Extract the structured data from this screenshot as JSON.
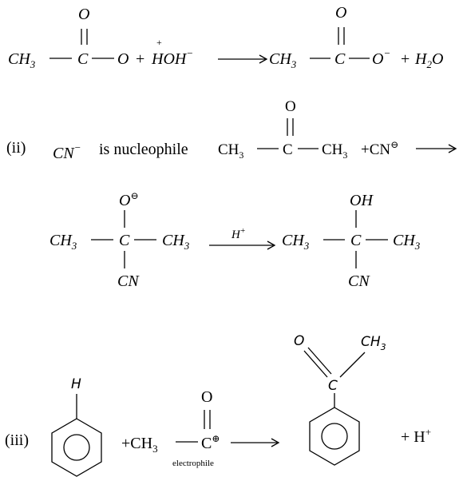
{
  "reaction_1": {
    "reactant_1": {
      "ch3": "CH",
      "ch3_sub": "3",
      "carbon": "C",
      "oxygen": "O",
      "carbonyl_o": "O"
    },
    "plus": "+",
    "reactant_2": {
      "plus_charge": "+",
      "formula": "HOH",
      "minus_charge": "−"
    },
    "product_1": {
      "ch3": "CH",
      "ch3_sub": "3",
      "carbon": "C",
      "oxygen": "O",
      "minus_charge": "−",
      "carbonyl_o": "O"
    },
    "plus_2": "+",
    "product_2": {
      "h": "H",
      "h_sub": "2",
      "o": "O"
    }
  },
  "reaction_2": {
    "label": "(ii)",
    "nucleophile": "CN",
    "nucleophile_charge": "−",
    "nucleophile_text": "is nucleophile",
    "reactant": {
      "ch3_left": "CH",
      "ch3_left_sub": "3",
      "carbon": "C",
      "ch3_right": "CH",
      "ch3_right_sub": "3",
      "carbonyl_o": "O"
    },
    "plus_cn": "+CN",
    "cn_charge": "⊖",
    "intermediate": {
      "o": "O",
      "o_charge": "⊖",
      "ch3_left": "CH",
      "ch3_left_sub": "3",
      "carbon": "C",
      "ch3_right": "CH",
      "ch3_right_sub": "3",
      "cn": "CN"
    },
    "arrow_label": "H",
    "arrow_label_charge": "+",
    "product": {
      "oh": "OH",
      "ch3_left": "CH",
      "ch3_left_sub": "3",
      "carbon": "C",
      "ch3_right": "CH",
      "ch3_right_sub": "3",
      "cn": "CN"
    }
  },
  "reaction_3": {
    "label": "(iii)",
    "benzene_h": "H",
    "electrophile": {
      "plus_ch3": "+CH",
      "ch3_sub": "3",
      "carbon": "C",
      "charge": "⊕",
      "carbonyl_o": "O",
      "caption": "electrophile"
    },
    "product": {
      "o": "O",
      "ch3": "CH",
      "ch3_sub": "3",
      "carbon": "C"
    },
    "plus_h": "+ H",
    "h_charge": "+"
  }
}
